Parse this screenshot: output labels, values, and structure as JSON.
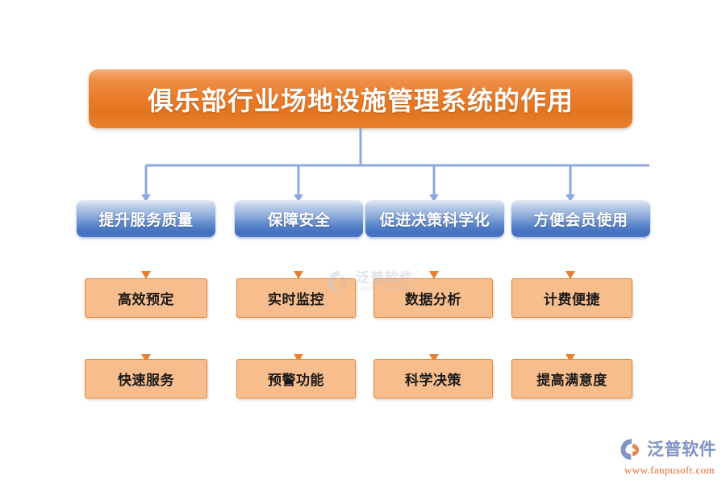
{
  "title": {
    "text": "俱乐部行业场地设施管理系统的作用"
  },
  "colors": {
    "title_gradient_top": "#f5b07a",
    "title_gradient_bottom": "#e4751f",
    "blue_box_top": "#e4ebf7",
    "blue_box_bottom": "#426fc0",
    "orange_fill": "#f7bd8c",
    "orange_border": "#df8a3d",
    "connector_blue": "#8fa8dc",
    "connector_orange": "#e8812f",
    "background": "#ffffff",
    "logo_text": "#7e92c4",
    "logo_url": "#e06a2b"
  },
  "branches": [
    {
      "heading": "提升服务质量",
      "leaves": [
        "高效预定",
        "快速服务"
      ]
    },
    {
      "heading": "保障安全",
      "leaves": [
        "实时监控",
        "预警功能"
      ]
    },
    {
      "heading": "促进决策科学化",
      "leaves": [
        "数据分析",
        "科学决策"
      ]
    },
    {
      "heading": "方便会员使用",
      "leaves": [
        "计费便捷",
        "提高满意度"
      ]
    }
  ],
  "watermark": {
    "cn": "泛普软件",
    "en": "FANPU SOFTWARE"
  },
  "logo": {
    "cn": "泛普软件",
    "url": "www.fanpusoft.com"
  }
}
